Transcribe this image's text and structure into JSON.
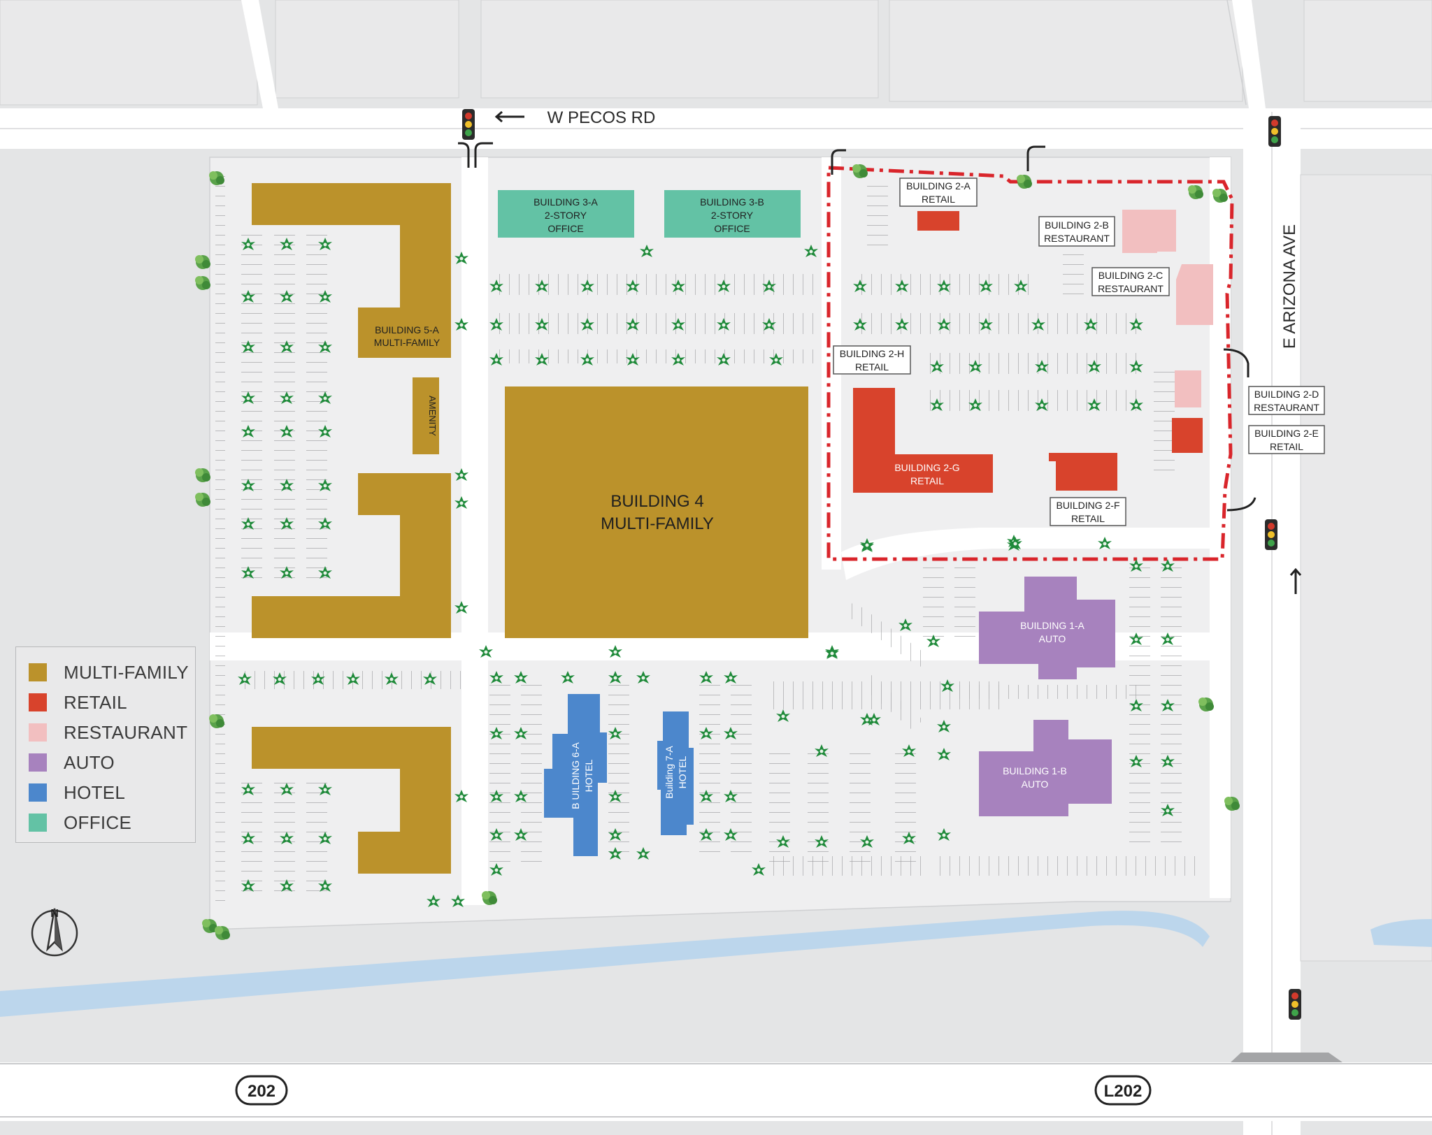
{
  "roads": {
    "north": "W PECOS RD",
    "east": "E ARIZONA AVE",
    "highway_left": "202",
    "highway_right": "L202"
  },
  "colors": {
    "multi_family": "#bb922b",
    "retail": "#d8432c",
    "restaurant": "#f2bfc0",
    "auto": "#a782be",
    "hotel": "#4c87cc",
    "office": "#63c2a5",
    "boundary": "#d9252b",
    "canal": "#bcd6ec",
    "road": "#ffffff",
    "ground": "#e4e5e6",
    "palm": "#1f8a3a"
  },
  "buildings": {
    "b5a": {
      "name": "BUILDING 5-A",
      "use": "MULTI-FAMILY"
    },
    "amenity": {
      "name": "AMENITY"
    },
    "b4": {
      "name": "BUILDING 4",
      "use": "MULTI-FAMILY"
    },
    "b3a": {
      "name": "BUILDING 3-A",
      "sub": "2-STORY",
      "use": "OFFICE"
    },
    "b3b": {
      "name": "BUILDING 3-B",
      "sub": "2-STORY",
      "use": "OFFICE"
    },
    "b2a": {
      "name": "BUILDING 2-A",
      "use": "RETAIL"
    },
    "b2b": {
      "name": "BUILDING 2-B",
      "use": "RESTAURANT"
    },
    "b2c": {
      "name": "BUILDING 2-C",
      "use": "RESTAURANT"
    },
    "b2d": {
      "name": "BUILDING 2-D",
      "use": "RESTAURANT"
    },
    "b2e": {
      "name": "BUILDING 2-E",
      "use": "RETAIL"
    },
    "b2f": {
      "name": "BUILDING 2-F",
      "use": "RETAIL"
    },
    "b2g": {
      "name": "BUILDING 2-G",
      "use": "RETAIL"
    },
    "b2h": {
      "name": "BUILDING 2-H",
      "use": "RETAIL"
    },
    "b1a": {
      "name": "BUILDING 1-A",
      "use": "AUTO"
    },
    "b1b": {
      "name": "BUILDING 1-B",
      "use": "AUTO"
    },
    "b6a": {
      "name": "B UILDING 6-A",
      "use": "HOTEL"
    },
    "b7a": {
      "name": "Building 7-A",
      "use": "HOTEL"
    }
  },
  "legend": [
    {
      "label": "MULTI-FAMILY",
      "color": "#bb922b"
    },
    {
      "label": "RETAIL",
      "color": "#d8432c"
    },
    {
      "label": "RESTAURANT",
      "color": "#f2bfc0"
    },
    {
      "label": "AUTO",
      "color": "#a782be"
    },
    {
      "label": "HOTEL",
      "color": "#4c87cc"
    },
    {
      "label": "OFFICE",
      "color": "#63c2a5"
    }
  ],
  "compass": {
    "label": "N"
  },
  "icons": [
    "traffic-light-icon",
    "palm-tree-icon",
    "arrow-icon",
    "compass-icon",
    "highway-shield-icon"
  ]
}
